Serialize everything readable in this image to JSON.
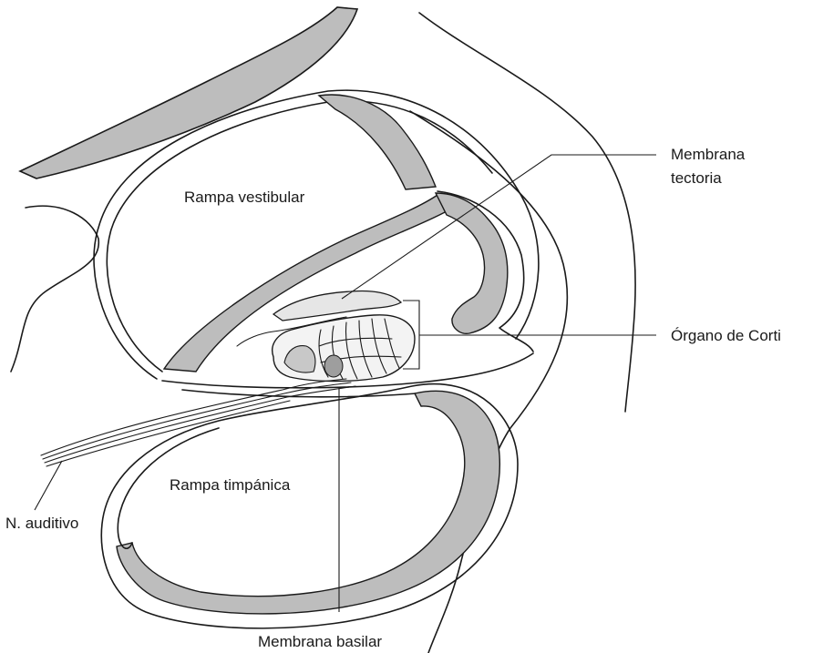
{
  "labels": {
    "rampa_vestibular": "Rampa vestibular",
    "membrana_tectoria_1": "Membrana",
    "membrana_tectoria_2": "tectoria",
    "organo_de_corti": "Órgano de Corti",
    "rampa_timpanica": "Rampa timpánica",
    "n_auditivo": "N. auditivo",
    "membrana_basilar": "Membrana basilar"
  },
  "colors": {
    "ink": "#1a1a1a",
    "shade": "#bdbdbd",
    "light_shade": "#d6d6d6",
    "background": "#ffffff"
  }
}
